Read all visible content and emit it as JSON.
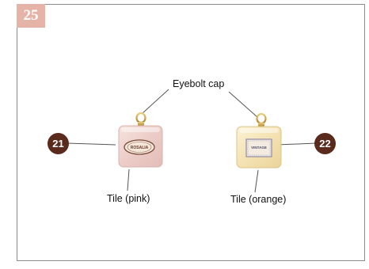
{
  "step_number": "25",
  "labels": {
    "eyebolt_cap": "Eyebolt cap",
    "tile_pink": "Tile (pink)",
    "tile_orange": "Tile (orange)"
  },
  "markers": {
    "left": "21",
    "right": "22"
  },
  "pendants": {
    "pink": {
      "label_text_line1": "ROSALIA",
      "label_text_line2": ""
    },
    "orange": {
      "label_text_line1": "VINTAGE",
      "label_text_line2": ""
    }
  },
  "colors": {
    "badge": "#e6b3a8",
    "marker": "#5a2b1c",
    "pink_tile": "#eed3d0",
    "orange_tile": "#f5e7bd",
    "gold": "#c8a040"
  }
}
